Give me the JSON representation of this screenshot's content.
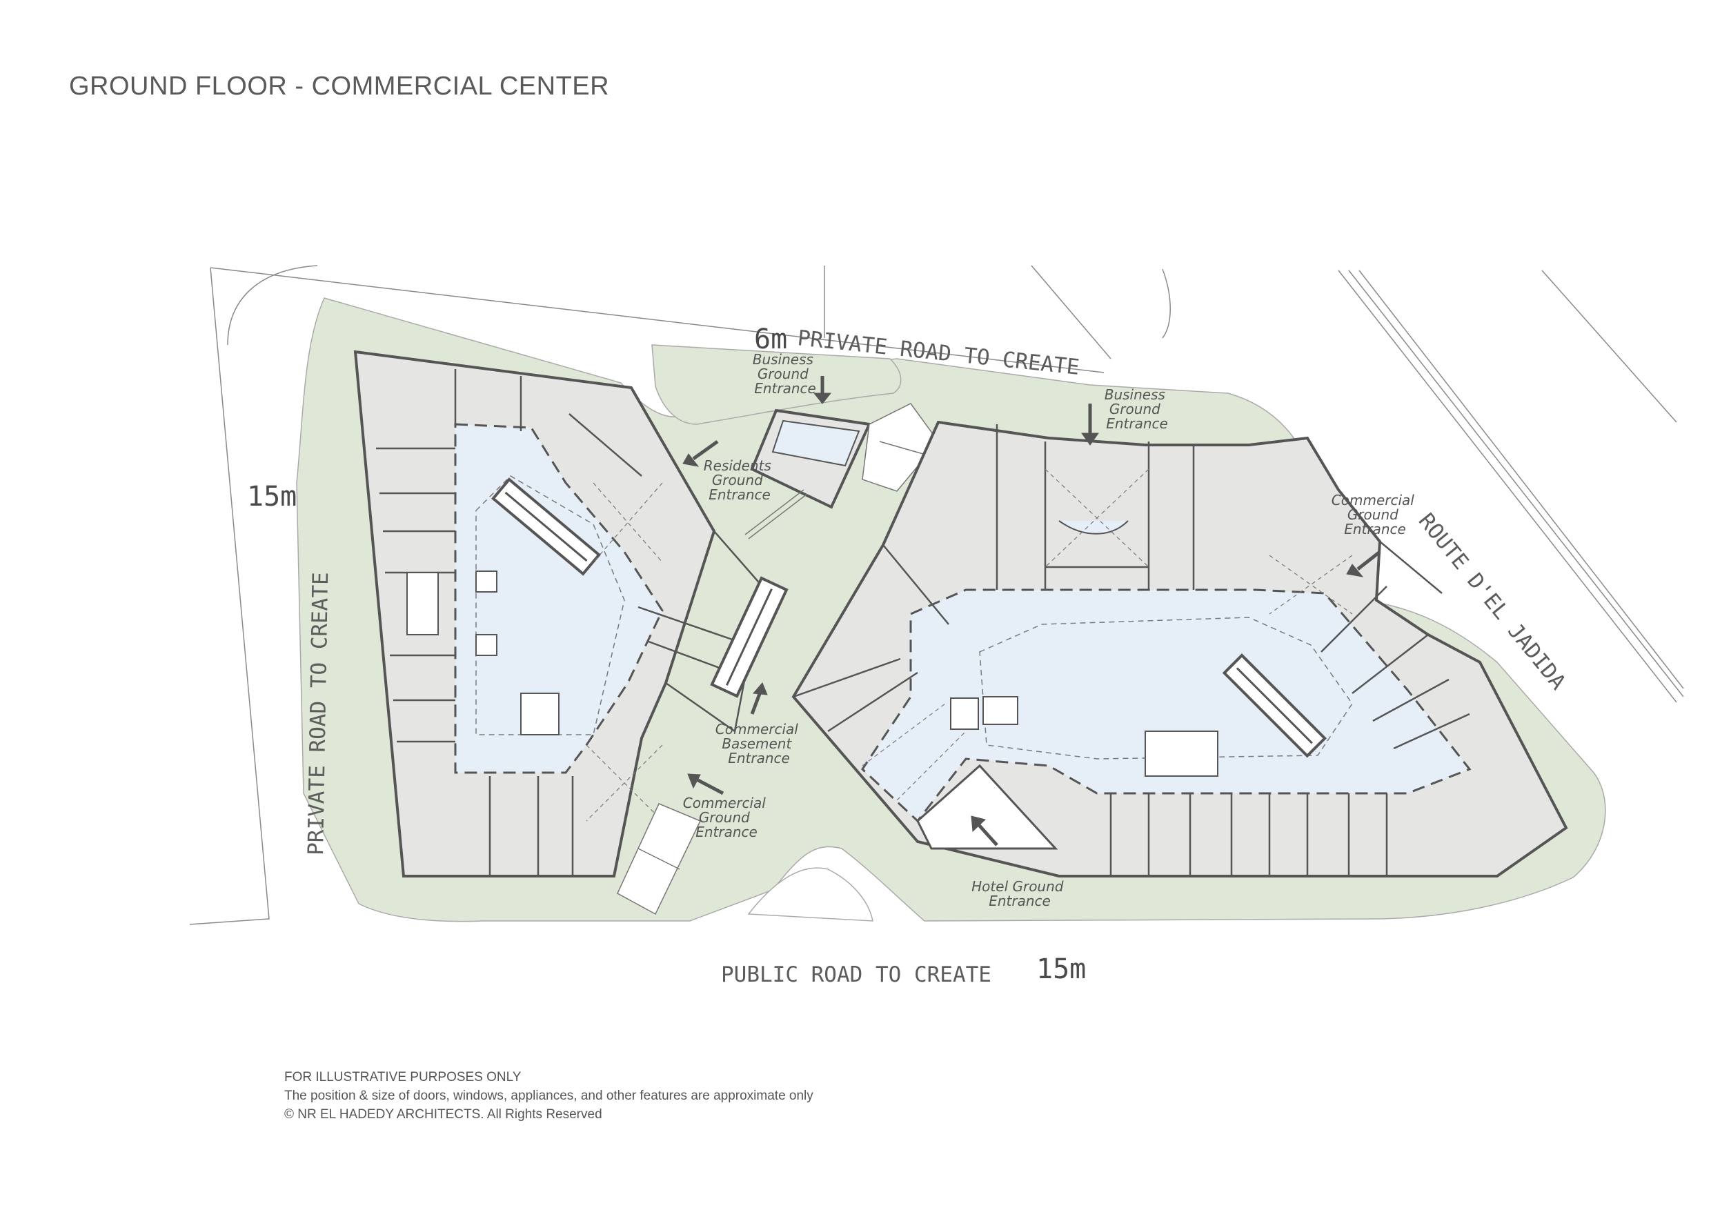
{
  "title": "GROUND FLOOR - COMMERCIAL CENTER",
  "roads": {
    "north": "PRIVATE ROAD TO CREATE",
    "west": "PRIVATE ROAD TO CREATE",
    "south": "PUBLIC ROAD TO CREATE",
    "east": "ROUTE D'EL JADIDA"
  },
  "dimensions": {
    "north_width": "6m",
    "west_width": "15m",
    "south_width": "15m"
  },
  "entrances": [
    {
      "id": "business-1",
      "lines": [
        "Business",
        "Ground",
        "Entrance"
      ]
    },
    {
      "id": "business-2",
      "lines": [
        "Business",
        "Ground",
        "Entrance"
      ]
    },
    {
      "id": "residents",
      "lines": [
        "Residents",
        "Ground",
        "Entrance"
      ]
    },
    {
      "id": "commercial-east",
      "lines": [
        "Commercial",
        "Ground",
        "Entrance"
      ]
    },
    {
      "id": "commercial-basement",
      "lines": [
        "Commercial",
        "Basement",
        "Entrance"
      ]
    },
    {
      "id": "commercial-south",
      "lines": [
        "Commercial",
        "Ground",
        "Entrance"
      ]
    },
    {
      "id": "hotel",
      "lines": [
        "Hotel Ground",
        "Entrance"
      ]
    }
  ],
  "footer": {
    "line1": "FOR ILLUSTRATIVE PURPOSES ONLY",
    "line2": "The position & size of doors, windows, appliances, and other features are approximate only",
    "line3": "© NR EL HADEDY ARCHITECTS. All Rights Reserved"
  },
  "colors": {
    "landscape": "#dfe8d6",
    "unit": "#e5e5e3",
    "mall": "#e6eef8",
    "wall": "#555555"
  }
}
